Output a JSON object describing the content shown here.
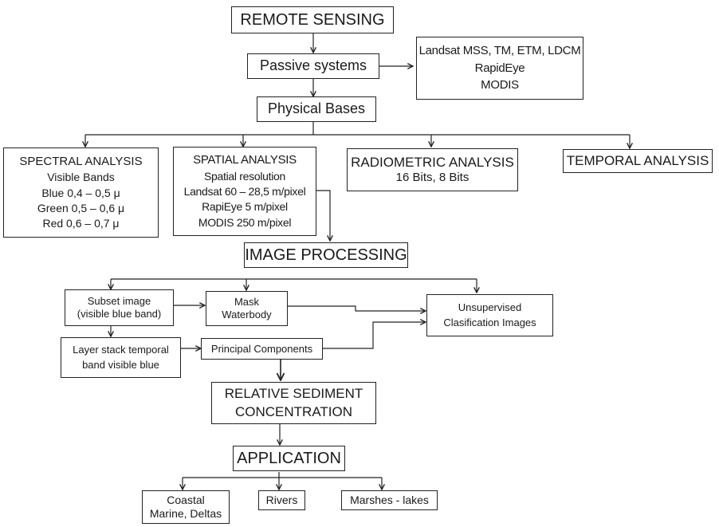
{
  "nodes": {
    "remote_sensing": {
      "lines": [
        "REMOTE SENSING"
      ]
    },
    "passive_systems": {
      "lines": [
        "Passive systems"
      ]
    },
    "sensors": {
      "lines": [
        "Landsat MSS, TM, ETM, LDCM",
        "RapidEye",
        "MODIS"
      ]
    },
    "physical_bases": {
      "lines": [
        "Physical Bases"
      ]
    },
    "spectral_analysis": {
      "title": "SPECTRAL ANALYSIS",
      "lines": [
        "Visible Bands",
        "Blue 0,4 – 0,5 μ",
        "Green 0,5 – 0,6 μ",
        "Red 0,6 – 0,7 μ"
      ]
    },
    "spatial_analysis": {
      "title": "SPATIAL ANALYSIS",
      "lines": [
        "Spatial resolution",
        "Landsat 60 – 28,5 m/pixel",
        "RapiEye 5 m/pixel",
        "MODIS 250 m/pixel"
      ]
    },
    "radiometric_analysis": {
      "title": "RADIOMETRIC ANALYSIS",
      "lines": [
        "16 Bits, 8 Bits"
      ]
    },
    "temporal_analysis": {
      "lines": [
        "TEMPORAL ANALYSIS"
      ]
    },
    "image_processing": {
      "lines": [
        "IMAGE PROCESSING"
      ]
    },
    "subset_image": {
      "lines": [
        "Subset image",
        "(visible blue band)"
      ]
    },
    "mask_waterbody": {
      "lines": [
        "Mask",
        "Waterbody"
      ]
    },
    "unsupervised_classification": {
      "lines": [
        "Unsupervised",
        "Clasification Images"
      ]
    },
    "layer_stack": {
      "lines": [
        "Layer stack temporal",
        "band visible blue"
      ]
    },
    "principal_components": {
      "lines": [
        "Principal Components"
      ]
    },
    "relative_sediment": {
      "lines": [
        "RELATIVE SEDIMENT",
        "CONCENTRATION"
      ]
    },
    "application": {
      "lines": [
        "APPLICATION"
      ]
    },
    "coastal": {
      "lines": [
        "Coastal",
        "Marine, Deltas"
      ]
    },
    "rivers": {
      "lines": [
        "Rivers"
      ]
    },
    "marshes": {
      "lines": [
        "Marshes - lakes"
      ]
    }
  },
  "colors": {
    "stroke": "#222222",
    "text": "#1a1a1a",
    "background": "#ffffff"
  }
}
